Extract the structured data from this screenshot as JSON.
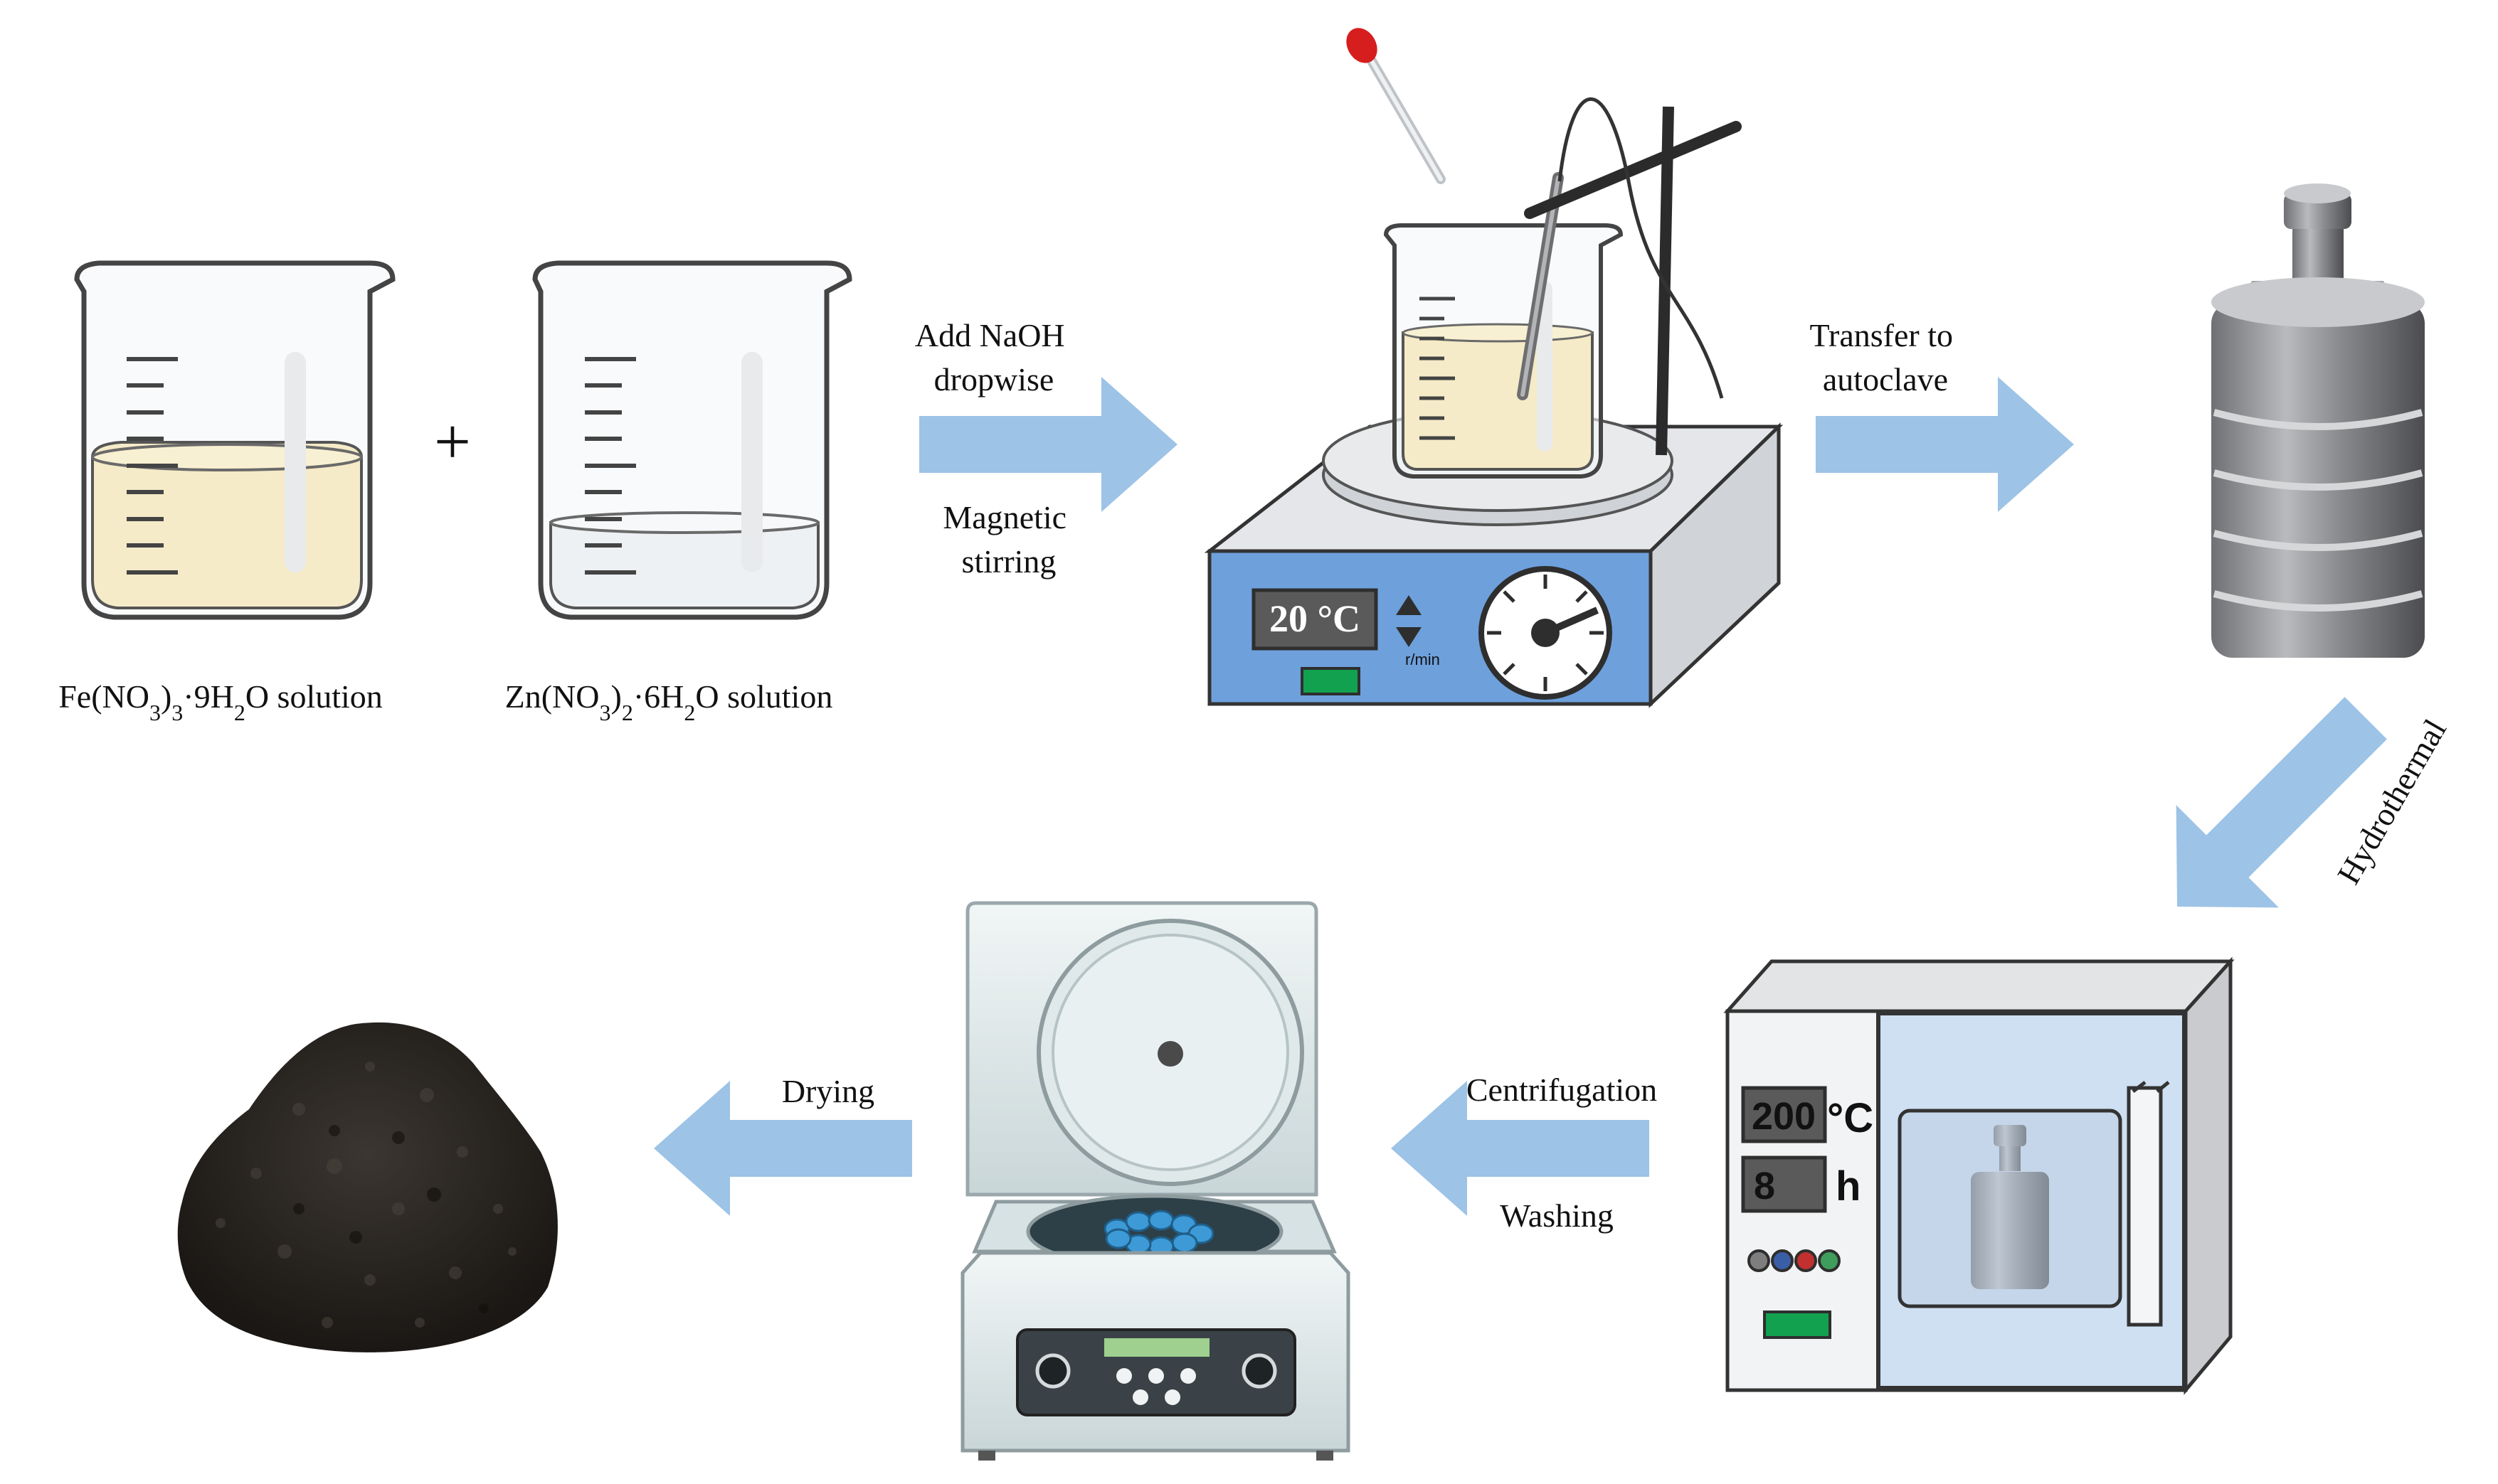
{
  "labels": {
    "fe_solution": [
      "Fe(NO",
      "3",
      ")",
      "3",
      "·9H",
      "2",
      "O solution"
    ],
    "zn_solution": [
      "Zn(NO",
      "3",
      ")",
      "2",
      "·6H",
      "2",
      "O solution"
    ],
    "plus": "+",
    "add_naoh": [
      "Add NaOH",
      "dropwise"
    ],
    "magnetic_stirring": [
      "Magnetic",
      "stirring"
    ],
    "transfer": [
      "Transfer to",
      "autoclave"
    ],
    "hydrothermal": "Hydrothermal",
    "centrifugation": "Centrifugation",
    "washing": "Washing",
    "drying": "Drying"
  },
  "stirrer": {
    "display": "20 °C",
    "unit_label": "r/min"
  },
  "oven": {
    "temperature": "200",
    "temperature_unit": "°C",
    "time": "8",
    "time_unit": "h"
  },
  "colors": {
    "arrow": "#9dc3e6",
    "solution": "#f5ebc8",
    "stirrer_panel": "#6ea0dc",
    "oven_glass": "#cfe0f3",
    "powder": "#2a2622"
  }
}
